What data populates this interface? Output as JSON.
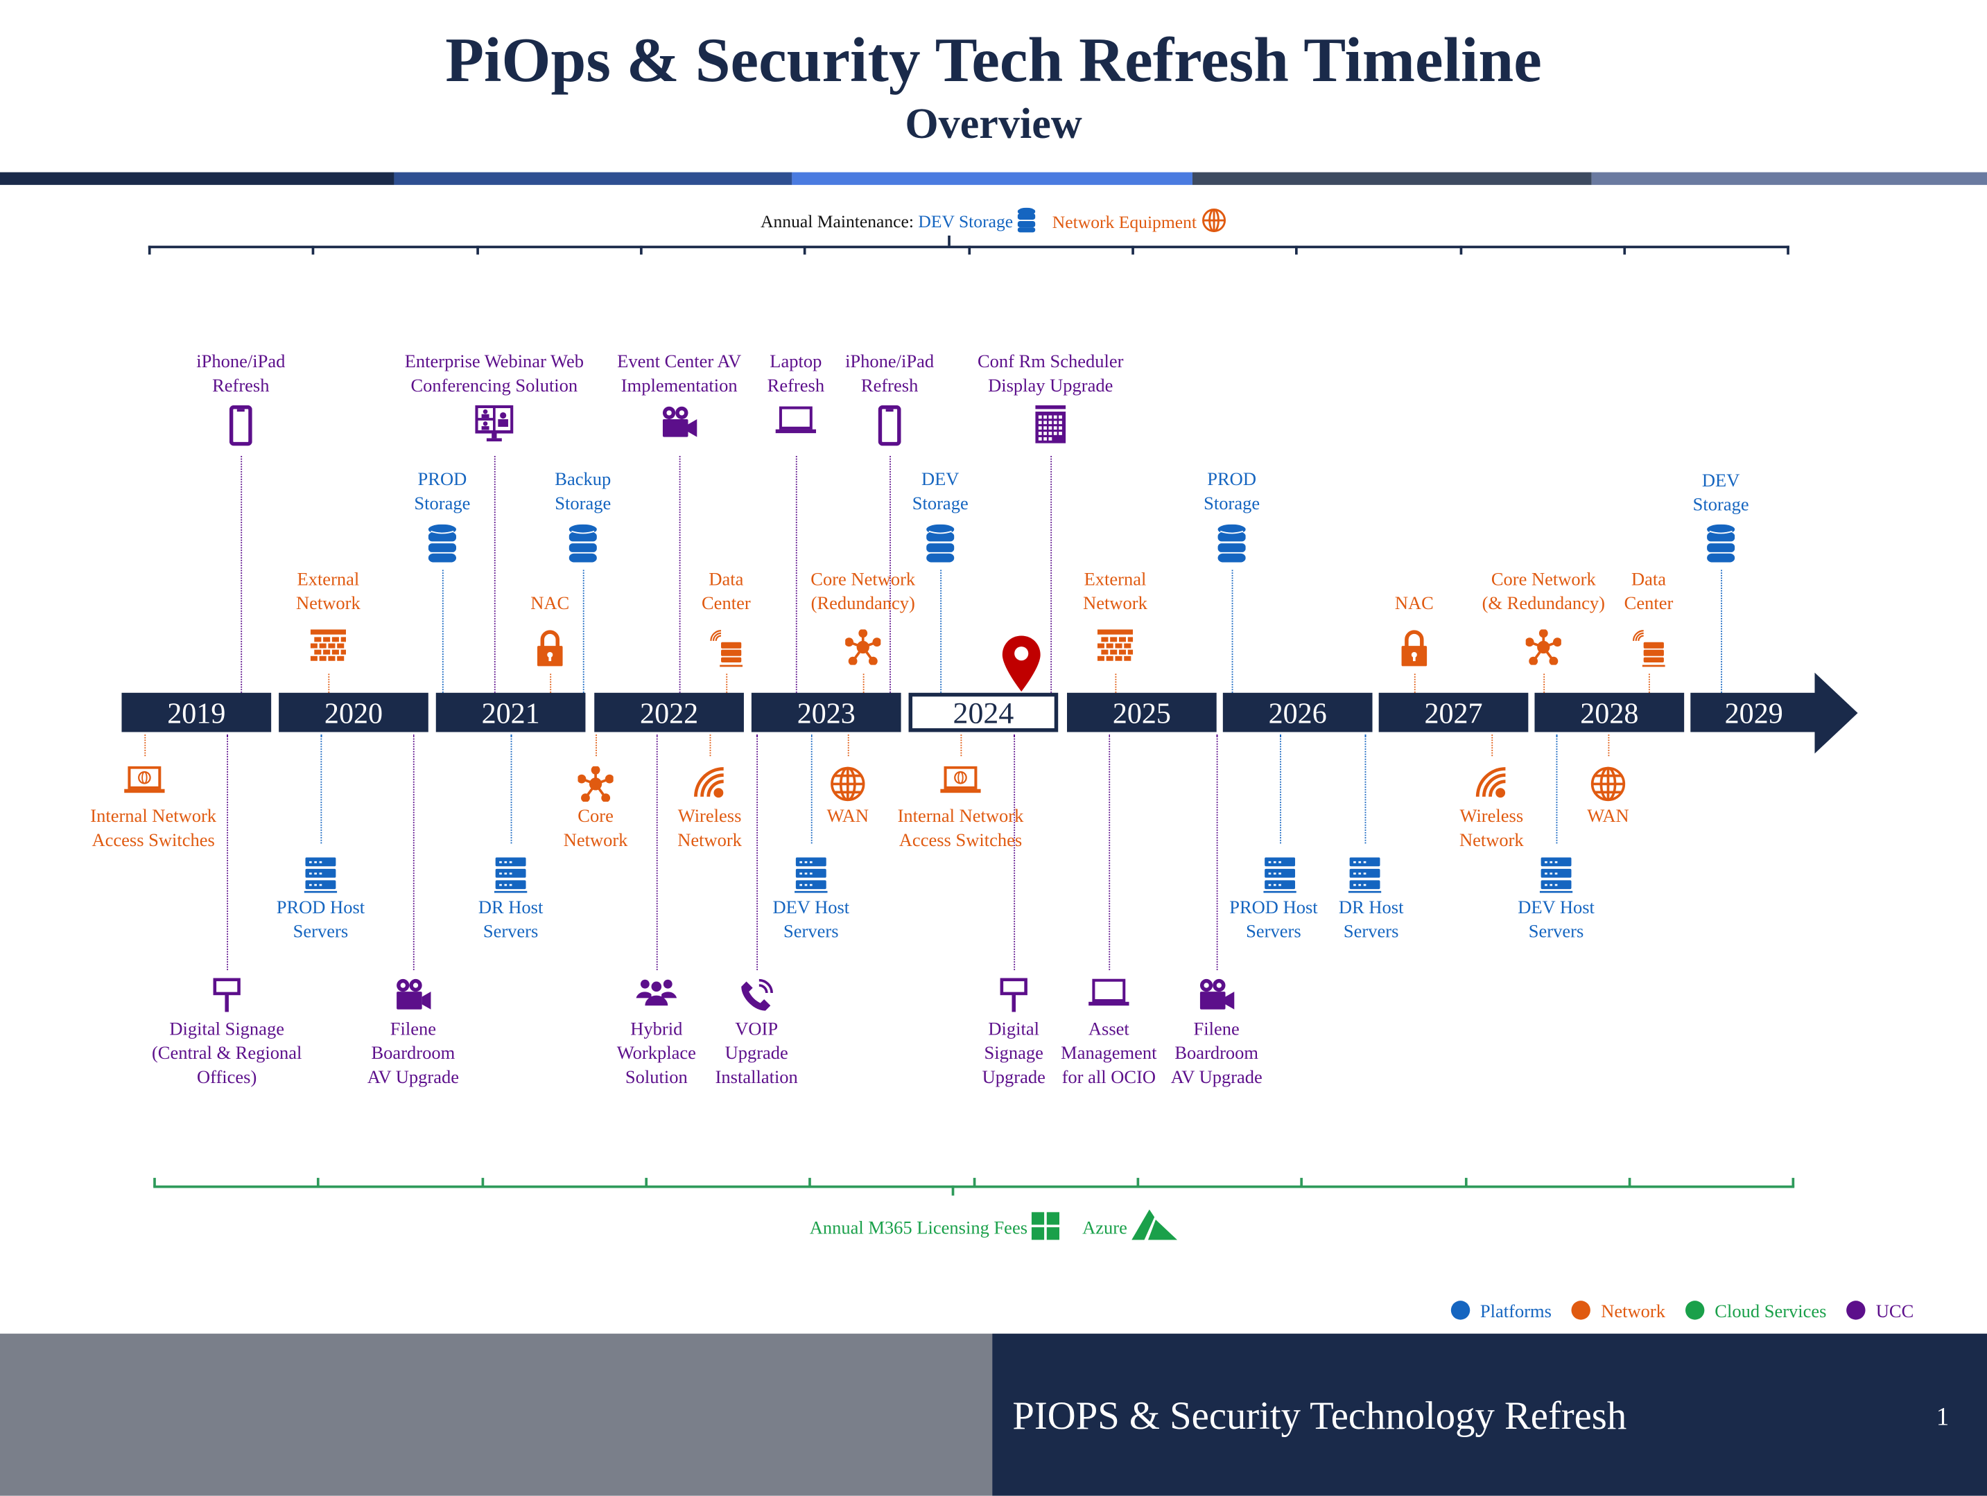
{
  "header": {
    "title": "PiOps & Security Tech Refresh Timeline",
    "subtitle": "Overview"
  },
  "colors": {
    "navy": "#1a2a4a",
    "platforms": "#1565c0",
    "network": "#e05a10",
    "cloud": "#1aa04a",
    "ucc": "#5c0f8b",
    "pin": "#c00000"
  },
  "annual_maintenance": {
    "label": "Annual Maintenance:",
    "dev_storage": "DEV Storage",
    "dev_storage_icon": "database-icon",
    "network_equipment": "Network Equipment",
    "network_icon": "globe-icon"
  },
  "years": [
    "2019",
    "2020",
    "2021",
    "2022",
    "2023",
    "2024",
    "2025",
    "2026",
    "2027",
    "2028",
    "2029"
  ],
  "current_year": "2024",
  "top_items": [
    {
      "label": "iPhone/iPad\nRefresh",
      "category": "ucc",
      "icon": "phone"
    },
    {
      "label": "Enterprise Webinar Web\nConferencing Solution",
      "category": "ucc",
      "icon": "video-conference"
    },
    {
      "label": "Event Center AV\nImplementation",
      "category": "ucc",
      "icon": "video-camera"
    },
    {
      "label": "Laptop\nRefresh",
      "category": "ucc",
      "icon": "laptop"
    },
    {
      "label": "iPhone/iPad\nRefresh",
      "category": "ucc",
      "icon": "phone"
    },
    {
      "label": "Conf Rm Scheduler\nDisplay Upgrade",
      "category": "ucc",
      "icon": "calendar"
    },
    {
      "label": "PROD\nStorage",
      "category": "platforms",
      "icon": "database"
    },
    {
      "label": "Backup\nStorage",
      "category": "platforms",
      "icon": "database"
    },
    {
      "label": "DEV\nStorage",
      "category": "platforms",
      "icon": "database"
    },
    {
      "label": "PROD\nStorage",
      "category": "platforms",
      "icon": "database"
    },
    {
      "label": "DEV\nStorage",
      "category": "platforms",
      "icon": "database"
    },
    {
      "label": "External\nNetwork",
      "category": "network",
      "icon": "firewall"
    },
    {
      "label": "NAC",
      "category": "network",
      "icon": "lock"
    },
    {
      "label": "Data\nCenter",
      "category": "network",
      "icon": "datacenter"
    },
    {
      "label": "Core Network\n(Redundancy)",
      "category": "network",
      "icon": "hub"
    },
    {
      "label": "External\nNetwork",
      "category": "network",
      "icon": "firewall"
    },
    {
      "label": "NAC",
      "category": "network",
      "icon": "lock"
    },
    {
      "label": "Core Network\n(& Redundancy)",
      "category": "network",
      "icon": "hub"
    },
    {
      "label": "Data\nCenter",
      "category": "network",
      "icon": "datacenter"
    }
  ],
  "bottom_items": [
    {
      "label": "Internal Network\nAccess Switches",
      "category": "network",
      "icon": "laptop-globe"
    },
    {
      "label": "Core\nNetwork",
      "category": "network",
      "icon": "hub"
    },
    {
      "label": "Wireless\nNetwork",
      "category": "network",
      "icon": "wifi"
    },
    {
      "label": "WAN",
      "category": "network",
      "icon": "globe"
    },
    {
      "label": "Internal Network\nAccess Switches",
      "category": "network",
      "icon": "laptop-globe"
    },
    {
      "label": "Wireless\nNetwork",
      "category": "network",
      "icon": "wifi"
    },
    {
      "label": "WAN",
      "category": "network",
      "icon": "globe"
    },
    {
      "label": "PROD Host\nServers",
      "category": "platforms",
      "icon": "server"
    },
    {
      "label": "DR Host\nServers",
      "category": "platforms",
      "icon": "server"
    },
    {
      "label": "DEV Host\nServers",
      "category": "platforms",
      "icon": "server"
    },
    {
      "label": "PROD Host\nServers",
      "category": "platforms",
      "icon": "server"
    },
    {
      "label": "DR Host\nServers",
      "category": "platforms",
      "icon": "server"
    },
    {
      "label": "DEV Host\nServers",
      "category": "platforms",
      "icon": "server"
    },
    {
      "label": "Digital Signage\n(Central & Regional\nOffices)",
      "category": "ucc",
      "icon": "signage"
    },
    {
      "label": "Filene\nBoardroom\nAV Upgrade",
      "category": "ucc",
      "icon": "video-camera"
    },
    {
      "label": "Hybrid\nWorkplace\nSolution",
      "category": "ucc",
      "icon": "people"
    },
    {
      "label": "VOIP\nUpgrade\nInstallation",
      "category": "ucc",
      "icon": "phone-call"
    },
    {
      "label": "Digital\nSignage\nUpgrade",
      "category": "ucc",
      "icon": "signage"
    },
    {
      "label": "Asset\nManagement\nfor all OCIO",
      "category": "ucc",
      "icon": "laptop"
    },
    {
      "label": "Filene\nBoardroom\nAV Upgrade",
      "category": "ucc",
      "icon": "video-camera"
    }
  ],
  "annual_fees": {
    "m365": "Annual M365 Licensing Fees",
    "m365_icon": "windows-icon",
    "azure": "Azure",
    "azure_icon": "azure-icon"
  },
  "legend": [
    {
      "label": "Platforms",
      "color": "#1565c0"
    },
    {
      "label": "Network",
      "color": "#e05a10"
    },
    {
      "label": "Cloud Services",
      "color": "#1aa04a"
    },
    {
      "label": "UCC",
      "color": "#5c0f8b"
    }
  ],
  "footer": {
    "title": "PIOPS & Security Technology Refresh",
    "page_number": "1"
  }
}
